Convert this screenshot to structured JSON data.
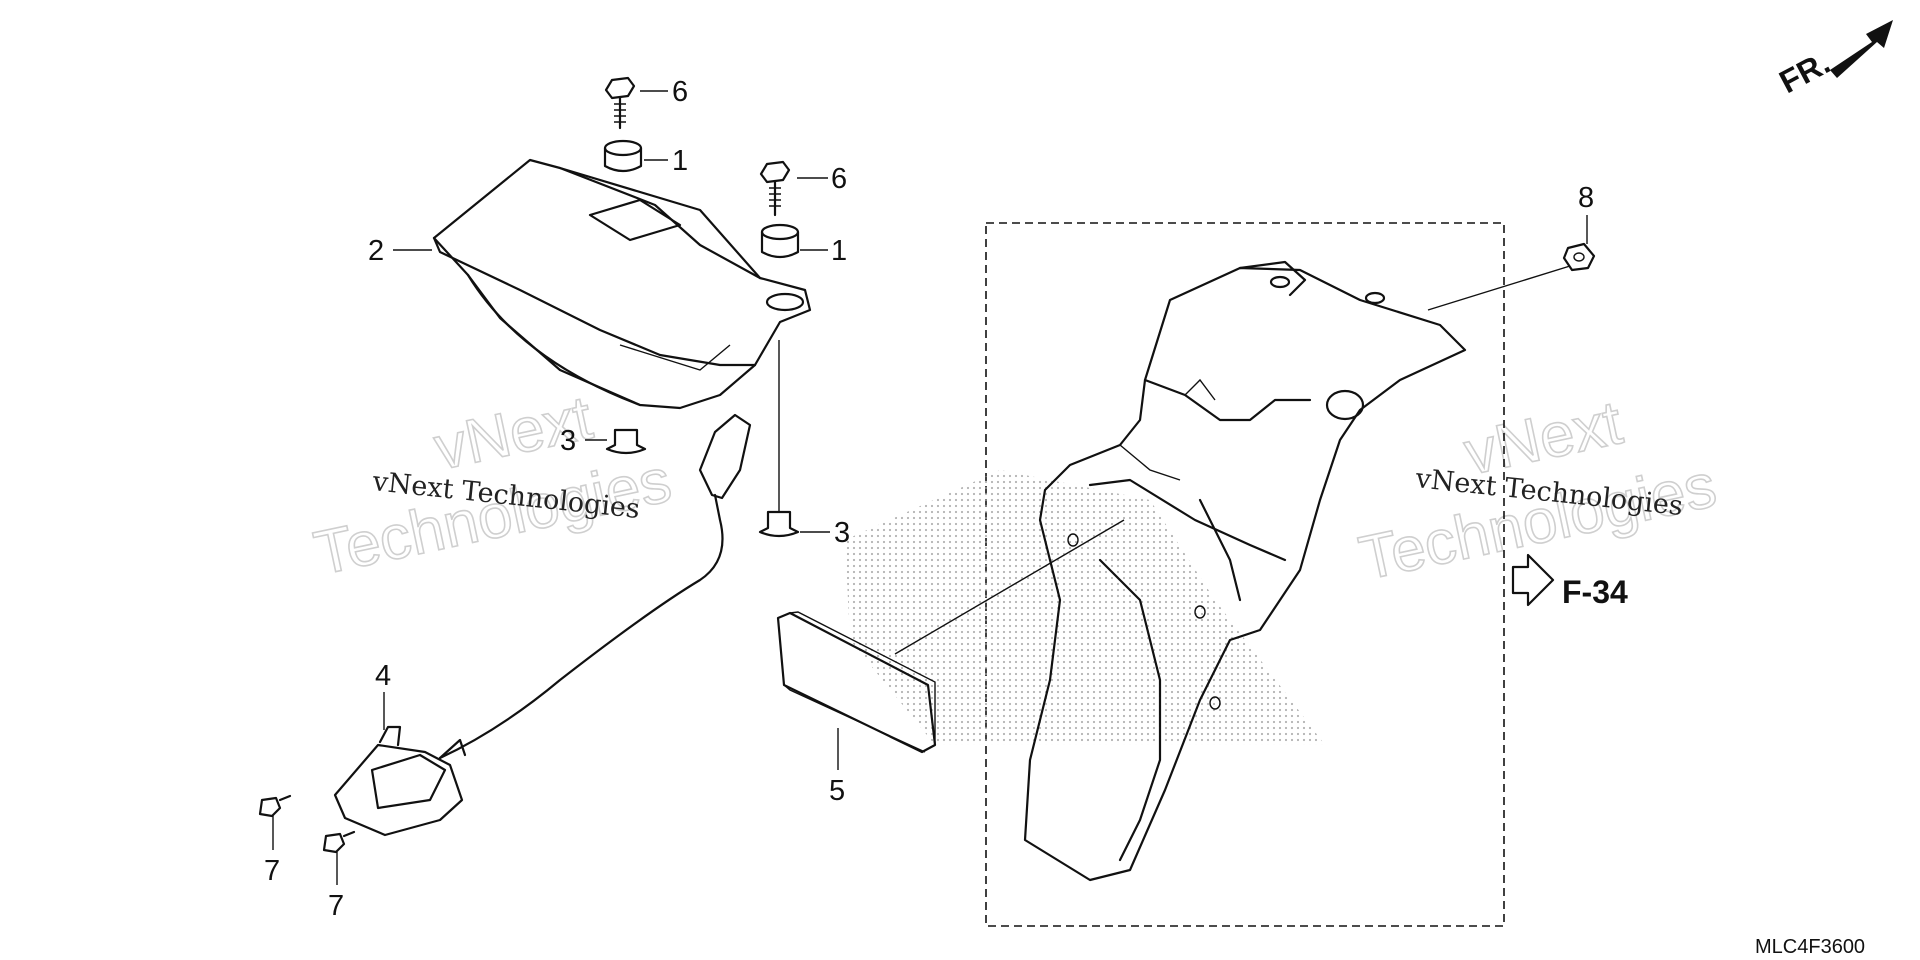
{
  "diagram": {
    "orientation": "FR.",
    "callouts": [
      {
        "id": "callout-1-upper",
        "label": "1"
      },
      {
        "id": "callout-1-right",
        "label": "1"
      },
      {
        "id": "callout-2",
        "label": "2"
      },
      {
        "id": "callout-3-left",
        "label": "3"
      },
      {
        "id": "callout-3-right",
        "label": "3"
      },
      {
        "id": "callout-4",
        "label": "4"
      },
      {
        "id": "callout-5",
        "label": "5"
      },
      {
        "id": "callout-6-upper",
        "label": "6"
      },
      {
        "id": "callout-6-right",
        "label": "6"
      },
      {
        "id": "callout-7-left",
        "label": "7"
      },
      {
        "id": "callout-7-right",
        "label": "7"
      },
      {
        "id": "callout-8",
        "label": "8"
      }
    ],
    "reference": "F-34",
    "drawing_code": "MLC4F3600"
  },
  "watermark": {
    "brand": "vNext",
    "word": "Technologies",
    "line": "vNext Technologies"
  }
}
